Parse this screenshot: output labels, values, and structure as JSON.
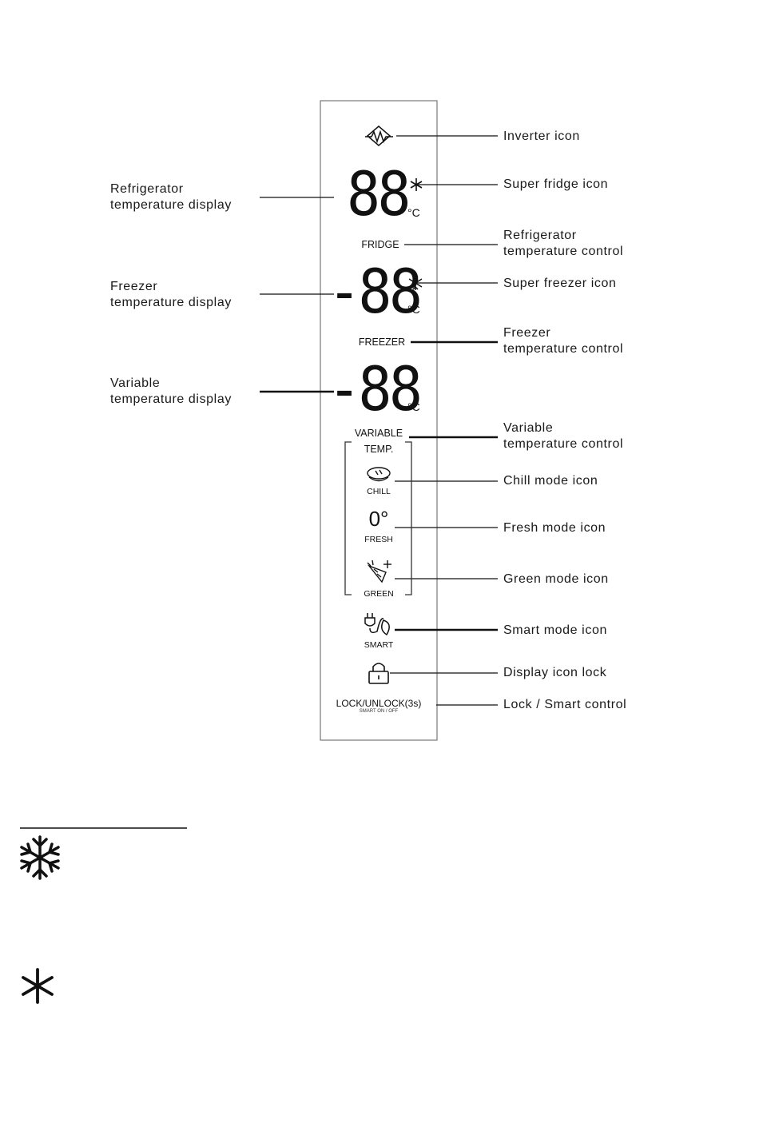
{
  "panel": {
    "fridge_display": "88",
    "freezer_display": "-88",
    "variable_display": "-88",
    "unit": "°C",
    "fridge_label": "FRIDGE",
    "freezer_label": "FREEZER",
    "variable_label_line1": "VARIABLE",
    "variable_label_line2": "TEMP.",
    "chill_label": "CHILL",
    "fresh_symbol": "0°",
    "fresh_label": "FRESH",
    "green_label": "GREEN",
    "smart_label": "SMART",
    "lock_label": "LOCK/UNLOCK(3s)",
    "lock_sublabel": "SMART ON / OFF"
  },
  "left_callouts": {
    "refrigerator_display": "Refrigerator\ntemperature  display",
    "freezer_display": "Freezer\ntemperature  display",
    "variable_display": "Variable\ntemperature  display"
  },
  "right_callouts": {
    "inverter": "Inverter icon",
    "super_fridge": "Super  fridge icon",
    "fridge_control": "Refrigerator\ntemperature  control",
    "super_freezer": "Super  freezer icon",
    "freezer_control": "Freezer\ntemperature  control",
    "variable_control": "Variable\ntemperature  control",
    "chill": "Chill  mode  icon",
    "fresh": "Fresh  mode  icon",
    "green": "Green  mode  icon",
    "smart": "Smart  mode  icon",
    "lock": "Display  icon  lock",
    "lock_smart": "Lock / Smart control"
  },
  "legend": [
    {
      "icon": "super-freezer-snowflake-icon"
    },
    {
      "icon": "super-fridge-asterisk-icon"
    }
  ]
}
